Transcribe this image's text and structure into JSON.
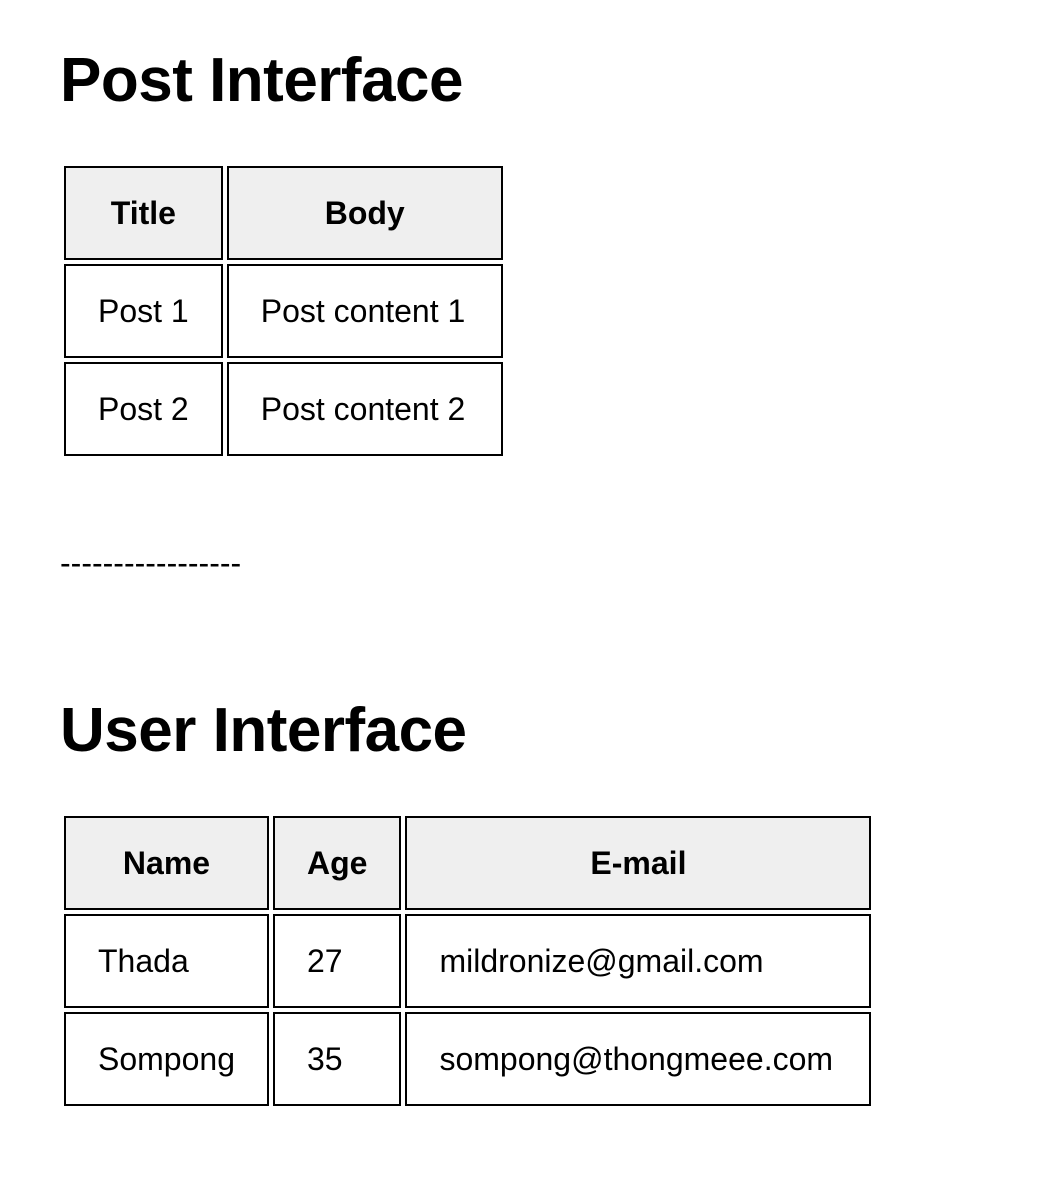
{
  "post_section": {
    "heading": "Post Interface",
    "columns": [
      "Title",
      "Body"
    ],
    "rows": [
      [
        "Post 1",
        "Post content 1"
      ],
      [
        "Post 2",
        "Post content 2"
      ]
    ]
  },
  "separator": "-----------------",
  "user_section": {
    "heading": "User Interface",
    "columns": [
      "Name",
      "Age",
      "E-mail"
    ],
    "rows": [
      [
        "Thada",
        "27",
        "mildronize@gmail.com"
      ],
      [
        "Sompong",
        "35",
        "sompong@thongmeee.com"
      ]
    ]
  },
  "colors": {
    "header_bg": "#efefef",
    "border": "#000000",
    "text": "#000000"
  }
}
